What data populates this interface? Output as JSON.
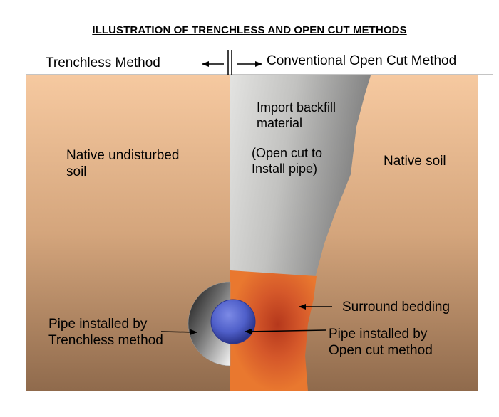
{
  "title": "ILLUSTRATION OF TRENCHLESS AND OPEN CUT METHODS",
  "labels": {
    "trenchless_method": "Trenchless Method",
    "open_cut_method": "Conventional Open Cut Method",
    "native_undisturbed_soil": "Native undisturbed\nsoil",
    "import_backfill": "Import backfill\nmaterial",
    "open_cut_note": "(Open cut to\nInstall pipe)",
    "native_soil": "Native soil",
    "surround_bedding": "Surround bedding",
    "pipe_trenchless": "Pipe installed by\nTrenchless method",
    "pipe_open_cut": "Pipe installed by\nOpen cut method"
  },
  "colors": {
    "soil_top": "#f6c9a0",
    "soil_bottom": "#8f6a4c",
    "backfill_light": "#e3e3e1",
    "backfill_dark": "#7d7d7d",
    "bedding_orange": "#e9782f",
    "bedding_center": "#b5381c",
    "pipe_blue": "#4f5fc9"
  }
}
